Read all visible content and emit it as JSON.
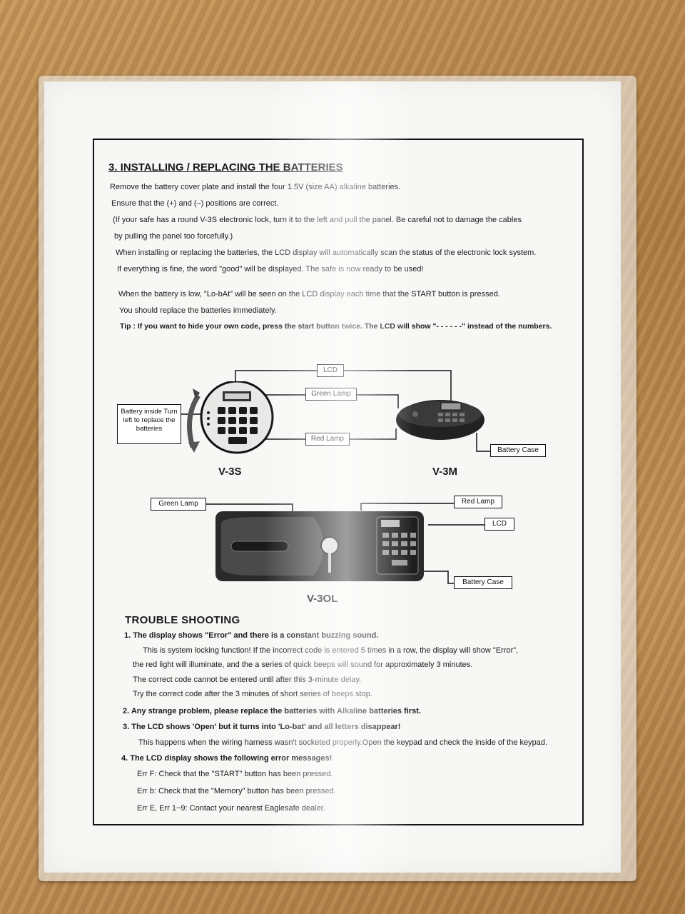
{
  "section3": {
    "title": "3. INSTALLING / REPLACING THE BATTERIES",
    "lines": [
      "Remove the battery cover plate and install the four 1.5V (size AA) alkaline batteries.",
      "Ensure that the (+) and (–) positions are correct.",
      "(If your safe has a round V-3S electronic lock, turn it to the left and pull the panel. Be careful not to damage the cables",
      "by pulling the panel too forcefully.)",
      "When installing or replacing the batteries, the LCD display will automatically scan the status of the electronic lock system.",
      "If everything is fine, the word \"good\" will be displayed. The safe is now ready to be used!",
      "When the battery is low, \"Lo-bAt\" will be seen on the LCD display each time that the START button is pressed.",
      "You should replace the batteries immediately."
    ],
    "tip": "Tip : If you want to hide your own code, press the start button twice. The LCD will show \"- - - - - -\" instead of the numbers."
  },
  "diagram": {
    "labels": {
      "lcd_top": "LCD",
      "green_lamp_top": "Green Lamp",
      "red_lamp_top": "Red Lamp",
      "battery_inside": "Battery inside Turn left to replace the batteries",
      "battery_case_v3m": "Battery Case",
      "green_lamp_bottom": "Green Lamp",
      "red_lamp_bottom": "Red Lamp",
      "lcd_bottom": "LCD",
      "battery_case_v3ol": "Battery Case"
    },
    "models": {
      "v3s": "V-3S",
      "v3m": "V-3M",
      "v3ol": "V-3OL"
    }
  },
  "trouble": {
    "title": "TROUBLE SHOOTING",
    "item1": {
      "heading": "1. The display shows \"Error\" and there is a constant buzzing sound.",
      "lines": [
        "This is system locking function! If the incorrect code is entered 5 times in a row,  the display will show \"Error\",",
        "the red light will illuminate, and the a series of quick beeps will sound for approximately 3 minutes.",
        "The correct code cannot be entered until after this 3-minute delay.",
        "Try the correct code after the 3 minutes of short series of beeps stop."
      ]
    },
    "item2": {
      "heading": "2. Any strange problem, please replace the batteries with Alkaline batteries first."
    },
    "item3": {
      "heading": "3. The LCD shows 'Open' but it turns into 'Lo-bat' and all letters disappear!",
      "line": "This happens when the wiring harness wasn't socketed properly.Open the keypad and check the inside of the keypad."
    },
    "item4": {
      "heading": "4. The LCD display shows the following error messages!",
      "lines": [
        "Err F: Check that the \"START\" button has been pressed.",
        "Err b: Check that the \"Memory\" button has been pressed.",
        "Err E, Err 1~9: Contact your nearest Eaglesafe dealer."
      ]
    }
  }
}
